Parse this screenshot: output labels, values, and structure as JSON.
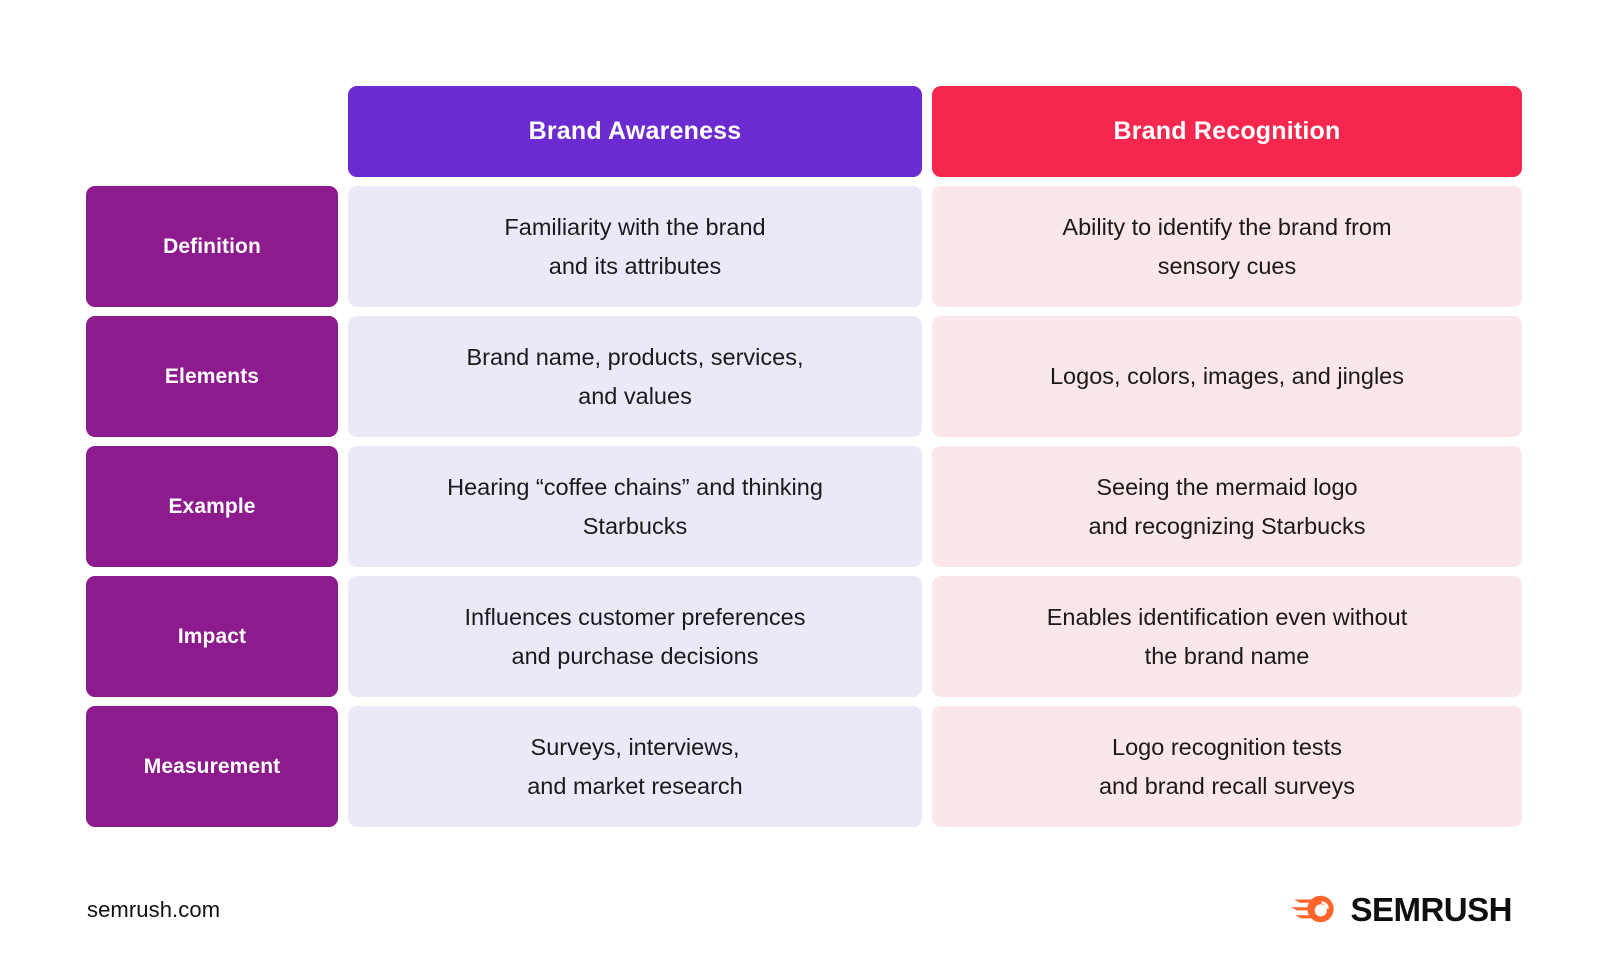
{
  "colors": {
    "awareness_header_bg": "#6C2BD0",
    "recognition_header_bg": "#F5274E",
    "row_label_bg": "#8D1B8D",
    "awareness_cell_bg": "#EDE8F7",
    "recognition_cell_bg": "#FBE6EA",
    "logo_orange": "#FF642D",
    "text_dark": "#1a1a1a",
    "page_bg": "#FFFFFF"
  },
  "table": {
    "columns": [
      {
        "key": "label",
        "label": ""
      },
      {
        "key": "awareness",
        "label": "Brand Awareness"
      },
      {
        "key": "recognition",
        "label": "Brand Recognition"
      }
    ],
    "rows": [
      {
        "label": "Definition",
        "awareness": "Familiarity with the brand\nand its attributes",
        "recognition": "Ability to identify the brand from\nsensory cues"
      },
      {
        "label": "Elements",
        "awareness": "Brand name, products, services,\nand values",
        "recognition": "Logos, colors, images, and jingles"
      },
      {
        "label": "Example",
        "awareness": "Hearing “coffee chains” and thinking\nStarbucks",
        "recognition": "Seeing the mermaid logo\nand recognizing Starbucks"
      },
      {
        "label": "Impact",
        "awareness": "Influences customer preferences\nand purchase decisions",
        "recognition": "Enables identification even without\nthe brand name"
      },
      {
        "label": "Measurement",
        "awareness": "Surveys, interviews,\nand market research",
        "recognition": "Logo recognition tests\nand brand recall surveys"
      }
    ]
  },
  "footer": {
    "url": "semrush.com",
    "logo_wordmark": "SEMRUSH",
    "logo_icon": "semrush-comet-icon"
  }
}
